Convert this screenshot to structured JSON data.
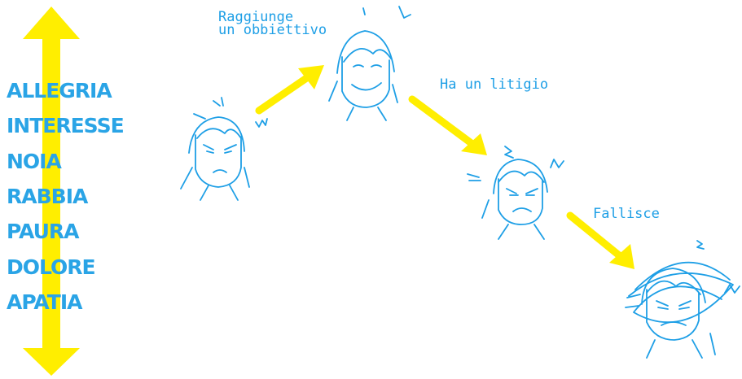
{
  "scale": {
    "emotions": [
      "ALLEGRIA",
      "INTERESSE",
      "NOIA",
      "RABBIA",
      "PAURA",
      "DOLORE",
      "APATIA"
    ]
  },
  "events": {
    "goal": [
      "Raggiunge",
      "un obbiettivo"
    ],
    "argument": "Ha un litigio",
    "fail": "Fallisce"
  },
  "colors": {
    "arrow": "#ffee00",
    "text": "#2aa4e6",
    "sketch": "#1e9fe6"
  }
}
